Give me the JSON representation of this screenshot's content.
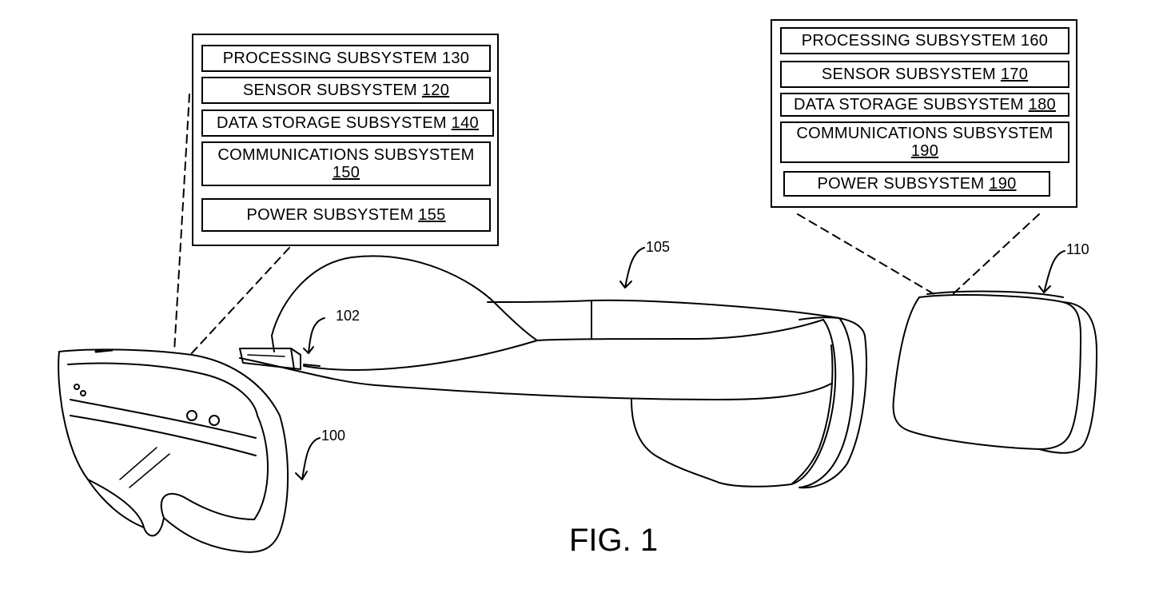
{
  "left_panel": {
    "boxes": [
      {
        "text": "PROCESSING SUBSYSTEM 130",
        "ref": ""
      },
      {
        "text": "SENSOR SUBSYSTEM ",
        "ref": "120"
      },
      {
        "text": "DATA STORAGE SUBSYSTEM ",
        "ref": "140"
      },
      {
        "text": "COMMUNICATIONS SUBSYSTEM",
        "ref": "150"
      },
      {
        "text": "POWER SUBSYSTEM ",
        "ref": "155"
      }
    ]
  },
  "right_panel": {
    "boxes": [
      {
        "text": "PROCESSING SUBSYSTEM 160",
        "ref": ""
      },
      {
        "text": "SENSOR SUBSYSTEM ",
        "ref": "170"
      },
      {
        "text": "DATA STORAGE SUBSYSTEM ",
        "ref": "180"
      },
      {
        "text": "COMMUNICATIONS SUBSYSTEM",
        "ref": "190"
      },
      {
        "text": "POWER SUBSYSTEM ",
        "ref": "190"
      }
    ]
  },
  "labels": {
    "visor": "100",
    "connector": "102",
    "headband": "105",
    "pack": "110"
  },
  "figure_caption": "FIG. 1"
}
